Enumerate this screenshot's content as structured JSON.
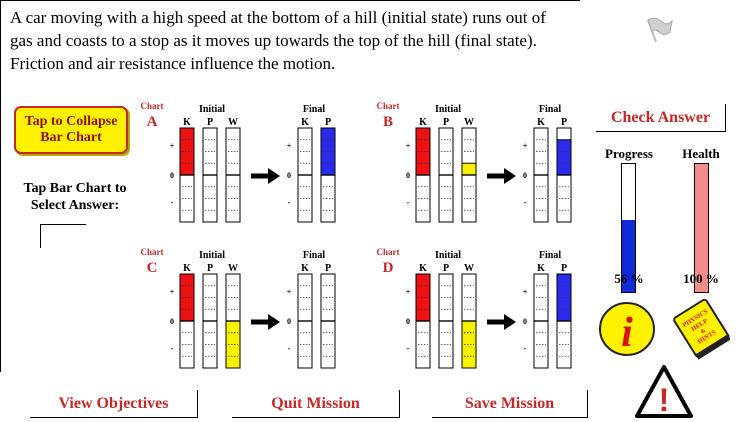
{
  "question": "A car moving with a high speed at the bottom of a hill (initial state) runs out of gas and coasts to a stop as it moves up towards the top of the hill (final state).  Friction and air resistance influence the motion.",
  "collapse_button_label": "Tap to Collapse Bar Chart",
  "select_instruction": "Tap Bar Chart to Select Answer:",
  "chart_caption": "Chart",
  "initial_label": "Initial",
  "final_label": "Final",
  "bar_labels_initial": [
    "K",
    "P",
    "W"
  ],
  "bar_labels_final": [
    "K",
    "P"
  ],
  "axis_labels": [
    "+",
    "0",
    "-"
  ],
  "charts": [
    {
      "letter": "A",
      "initial": {
        "K": 1.0,
        "P": 0,
        "W": 0
      },
      "final": {
        "K": 0,
        "P": 1.0
      }
    },
    {
      "letter": "B",
      "initial": {
        "K": 1.0,
        "P": 0,
        "W": 0.25
      },
      "final": {
        "K": 0,
        "P": 0.75
      }
    },
    {
      "letter": "C",
      "initial": {
        "K": 1.0,
        "P": 0,
        "W": -1.0
      },
      "final": {
        "K": 0,
        "P": 0
      }
    },
    {
      "letter": "D",
      "initial": {
        "K": 1.0,
        "P": 0,
        "W": -1.0
      },
      "final": {
        "K": 0,
        "P": 1.0
      }
    }
  ],
  "colors": {
    "K": "#ee1111",
    "P": "#2b2bee",
    "W": "#f7f100",
    "red_text": "#c62828"
  },
  "check_answer_label": "Check Answer",
  "progress": {
    "title": "Progress",
    "value_text": "56 %",
    "fraction": 0.56,
    "color": "#0f2bd9"
  },
  "health": {
    "title": "Health",
    "value_text": "100 %",
    "fraction": 1.0,
    "color": "#f58c8c"
  },
  "help_book_text": [
    "PHYSICS",
    "HELP",
    "&",
    "HINTS"
  ],
  "info_icon_char": "i",
  "warning_icon_char": "!",
  "bottom_buttons": [
    "View Objectives",
    "Quit Mission",
    "Save Mission"
  ]
}
